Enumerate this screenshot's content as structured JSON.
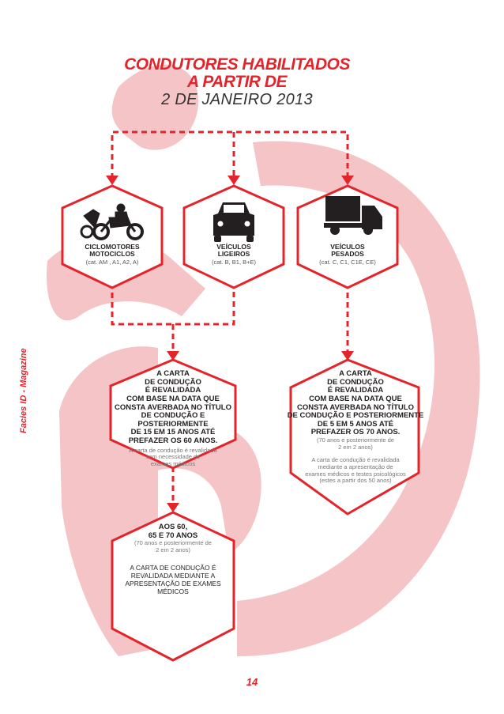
{
  "title_line1": "CONDUTORES HABILITADOS",
  "title_line2": "A PARTIR DE",
  "subtitle": "2 DE JANEIRO 2013",
  "side_text": "Facies ID - Magazine",
  "page_number": "14",
  "icons": [
    "motorcycle-icon",
    "car-icon",
    "truck-icon"
  ],
  "colors": {
    "accent": "#e3242b",
    "watermark": "#f4c4c6",
    "text": "#231f20"
  },
  "categories": {
    "motorcycles": {
      "line1": "CICLOMOTORES",
      "line2": "MOTOCICLOS",
      "cat": "(cat. AM , A1, A2, A)"
    },
    "light": {
      "line1": "VEÍCULOS",
      "line2": "LIGEIROS",
      "cat": "(cat. B, B1, B+E)"
    },
    "heavy": {
      "line1": "VEÍCULOS",
      "line2": "PESADOS",
      "cat": "(cat. C, C1, C1E, CE)"
    }
  },
  "left_box": {
    "bold": [
      "A CARTA",
      "DE CONDUÇÃO",
      "É REVALIDADA",
      "COM BASE NA DATA QUE",
      "CONSTA AVERBADA NO TÍTULO",
      "DE CONDUÇÃO E",
      "POSTERIORMENTE",
      "DE 15 EM 15 ANOS ATÉ",
      "PREFAZER OS 60 ANOS."
    ],
    "small": [
      "A carta de condução é revalidada",
      "sem necessidade de",
      "exames médicos"
    ]
  },
  "right_box": {
    "bold": [
      "A CARTA",
      "DE CONDUÇÃO",
      "É REVALIDADA",
      "COM BASE NA DATA QUE",
      "CONSTA AVERBADA NO TÍTULO",
      "DE CONDUÇÃO E POSTERIORMENTE",
      "DE 5 EM 5 ANOS ATÉ",
      "PREFAZER OS 70 ANOS."
    ],
    "small1": [
      "(70 anos e posteriormente de",
      "2 em 2 anos)"
    ],
    "small2": [
      "A carta de condução é revalidada",
      "mediante a apresentação de",
      "exames médicos e testes psicológicos",
      "(estes a partir dos 50 anos)"
    ]
  },
  "bottom_box": {
    "bold": [
      "AOS 60,",
      "65 E 70 ANOS"
    ],
    "small": [
      "(70 anos e posteriormente de",
      "2 em 2 anos)"
    ],
    "normal": [
      "A CARTA DE CONDUÇÃO É",
      "REVALIDADA MEDIANTE A",
      "APRESENTAÇÃO DE EXAMES",
      "MÉDICOS"
    ]
  }
}
